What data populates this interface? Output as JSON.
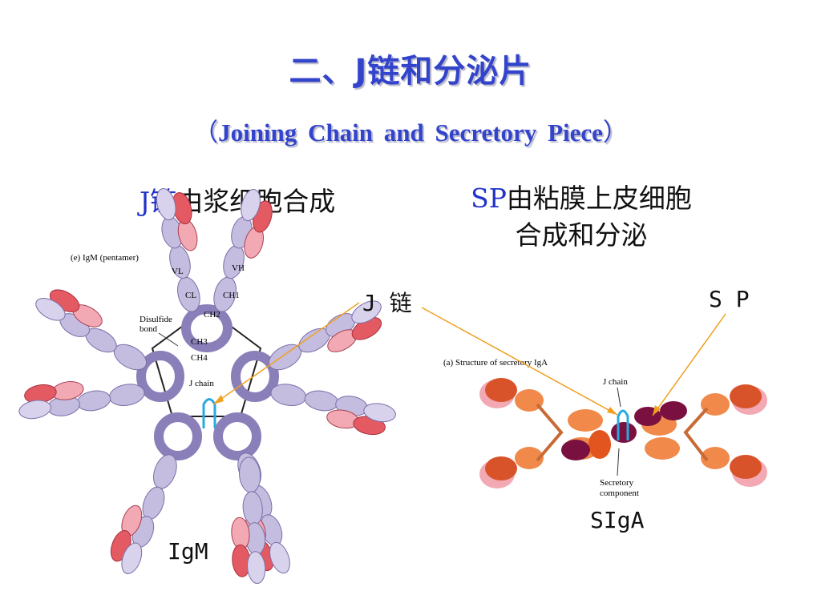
{
  "title": "二、J链和分泌片",
  "subtitle": {
    "open": "（",
    "text": "Joining  Chain  and  Secretory Piece",
    "close": "）"
  },
  "left_desc": {
    "highlight": "J链",
    "rest": "由浆细胞合成"
  },
  "right_desc": {
    "highlight": "SP",
    "line1_rest": "由粘膜上皮细胞",
    "line2": "合成和分泌"
  },
  "labels": {
    "j_chain": "J 链",
    "sp": "S P",
    "siga": "SIgA",
    "igm": "IgM"
  },
  "figure_left": {
    "caption": "(e) IgM (pentamer)",
    "disulfide": [
      "Disulfide",
      "bond"
    ],
    "j_chain": "J chain",
    "vl": "VL",
    "cl": "CL",
    "vh": "VH",
    "ch1": "CH1",
    "ch2": "CH2",
    "ch3": "CH3",
    "ch4": "CH4"
  },
  "figure_right": {
    "caption": "(a) Structure of secretory IgA",
    "j_chain": "J chain",
    "secretory": [
      "Secretory",
      "component"
    ]
  },
  "colors": {
    "title_blue": "#3344cc",
    "heavy_chain": "#c4bde0",
    "light_chain": "#e45a62",
    "iga_orange": "#f0894a",
    "secretory_component": "#7a1040",
    "arrow": "#f0a020"
  }
}
